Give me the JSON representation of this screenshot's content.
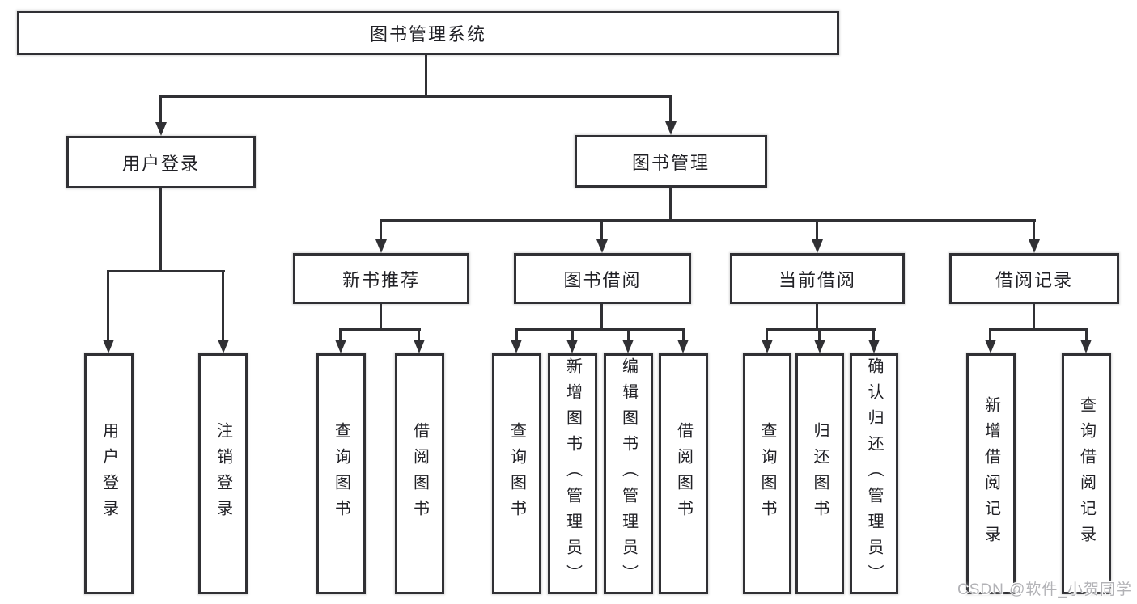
{
  "diagram": {
    "root": {
      "label": "图书管理系统"
    },
    "level2": [
      {
        "label": "用户登录",
        "parent": "图书管理系统"
      },
      {
        "label": "图书管理",
        "parent": "图书管理系统"
      }
    ],
    "level3": [
      {
        "label": "新书推荐",
        "parent": "图书管理"
      },
      {
        "label": "图书借阅",
        "parent": "图书管理"
      },
      {
        "label": "当前借阅",
        "parent": "图书管理"
      },
      {
        "label": "借阅记录",
        "parent": "图书管理"
      }
    ],
    "level4": [
      {
        "label": "用户登录",
        "parent": "用户登录"
      },
      {
        "label": "注销登录",
        "parent": "用户登录"
      },
      {
        "label": "查询图书",
        "parent": "新书推荐"
      },
      {
        "label": "借阅图书",
        "parent": "新书推荐"
      },
      {
        "label": "查询图书",
        "parent": "图书借阅"
      },
      {
        "label": "新增图书（管理员）",
        "parent": "图书借阅"
      },
      {
        "label": "编辑图书（管理员）",
        "parent": "图书借阅"
      },
      {
        "label": "借阅图书",
        "parent": "图书借阅"
      },
      {
        "label": "查询图书",
        "parent": "当前借阅"
      },
      {
        "label": "归还图书",
        "parent": "当前借阅"
      },
      {
        "label": "确认归还（管理员）",
        "parent": "当前借阅"
      },
      {
        "label": "新增借阅记录",
        "parent": "借阅记录"
      },
      {
        "label": "查询借阅记录",
        "parent": "借阅记录"
      }
    ]
  },
  "watermark": {
    "text": "CSDN @软件_小贺同学"
  },
  "colors": {
    "line": "#303034",
    "box_bg": "#ffffff",
    "text": "#212126",
    "watermark": "#b2b2b6",
    "background": "#ffffff"
  }
}
